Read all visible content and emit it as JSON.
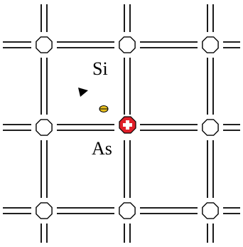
{
  "diagram": {
    "atoms": [
      {
        "element": "Si",
        "row": 0,
        "col": 0
      },
      {
        "element": "Si",
        "row": 0,
        "col": 1
      },
      {
        "element": "Si",
        "row": 0,
        "col": 2
      },
      {
        "element": "Si",
        "row": 1,
        "col": 0
      },
      {
        "element": "As",
        "row": 1,
        "col": 1,
        "dopant": true
      },
      {
        "element": "Si",
        "row": 1,
        "col": 2
      },
      {
        "element": "Si",
        "row": 2,
        "col": 0
      },
      {
        "element": "Si",
        "row": 2,
        "col": 1
      },
      {
        "element": "Si",
        "row": 2,
        "col": 2
      }
    ],
    "labels": {
      "silicon": "Si",
      "arsenic": "As"
    },
    "colors": {
      "bond": "#000000",
      "si_atom_fill": "#ffffff",
      "dopant_fill": "#e0202a",
      "dopant_symbol": "#ffffff",
      "free_electron": "#e8c020",
      "text": "#000000"
    },
    "dopant_symbol": "plus",
    "free_electron": {
      "count": 1
    },
    "pointer_icon": "arrowhead"
  }
}
